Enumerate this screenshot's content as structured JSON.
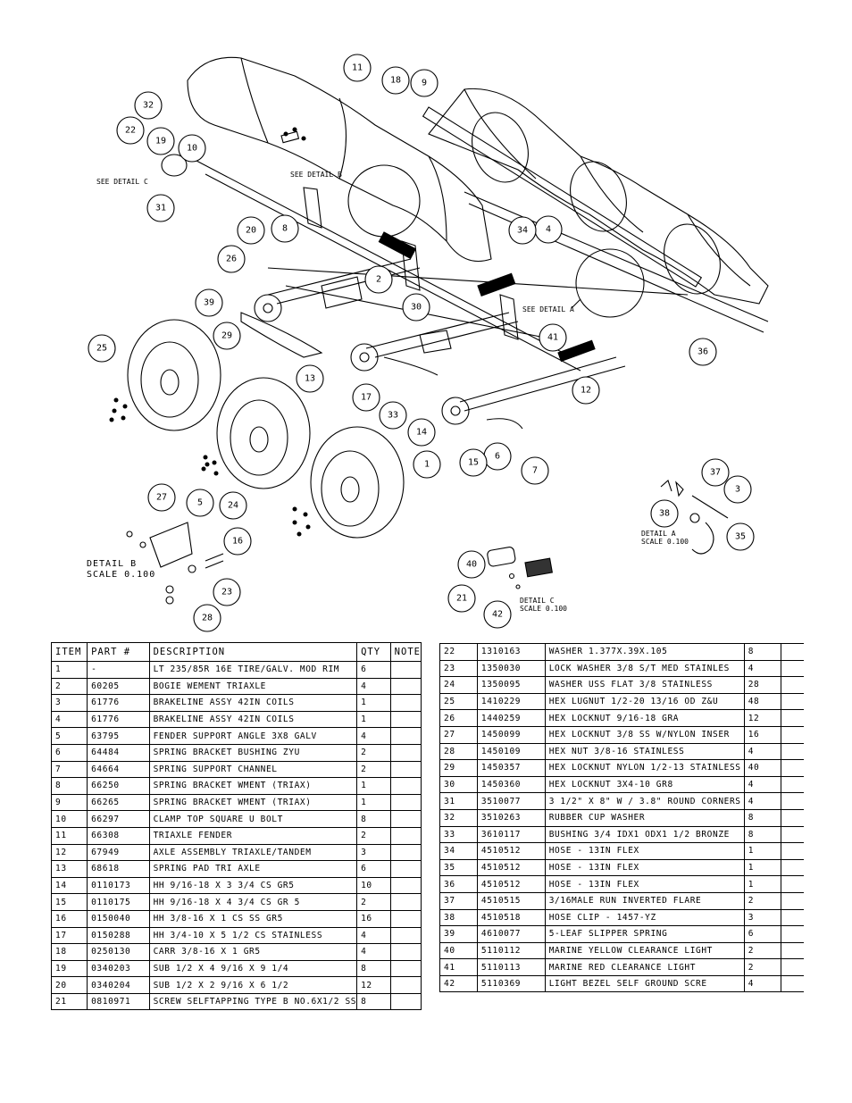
{
  "callouts": [
    "1",
    "2",
    "3",
    "4",
    "5",
    "6",
    "7",
    "8",
    "9",
    "10",
    "11",
    "12",
    "13",
    "14",
    "15",
    "16",
    "17",
    "18",
    "19",
    "20",
    "21",
    "22",
    "23",
    "24",
    "25",
    "26",
    "27",
    "28",
    "29",
    "30",
    "31",
    "32",
    "33",
    "34",
    "35",
    "36",
    "37",
    "38",
    "39",
    "40",
    "41",
    "42"
  ],
  "notes": {
    "see_detail_a": "SEE DETAIL A",
    "see_detail_b": "SEE DETAIL B",
    "see_detail_c": "SEE DETAIL C"
  },
  "details": {
    "a": {
      "title": "DETAIL A",
      "scale": "SCALE 0.100"
    },
    "b": {
      "title": "DETAIL B",
      "scale": "SCALE 0.100"
    },
    "c": {
      "title": "DETAIL C",
      "scale": "SCALE 0.100"
    }
  },
  "table": {
    "headers": {
      "item": "ITEM",
      "part": "PART #",
      "description": "DESCRIPTION",
      "qty": "QTY",
      "note": "NOTE"
    },
    "left_rows": [
      {
        "item": "1",
        "part": "-",
        "description": "LT 235/85R 16E TIRE/GALV. MOD RIM",
        "qty": "6"
      },
      {
        "item": "2",
        "part": "60205",
        "description": "BOGIE WEMENT  TRIAXLE",
        "qty": "4"
      },
      {
        "item": "3",
        "part": "61776",
        "description": "BRAKELINE ASSY  42IN COILS",
        "qty": "1"
      },
      {
        "item": "4",
        "part": "61776",
        "description": "BRAKELINE ASSY  42IN COILS",
        "qty": "1"
      },
      {
        "item": "5",
        "part": "63795",
        "description": "FENDER SUPPORT ANGLE 3X8 GALV",
        "qty": "4"
      },
      {
        "item": "6",
        "part": "64484",
        "description": "SPRING BRACKET BUSHING   ZYU",
        "qty": "2"
      },
      {
        "item": "7",
        "part": "64664",
        "description": "SPRING SUPPORT CHANNEL",
        "qty": "2"
      },
      {
        "item": "8",
        "part": "66250",
        "description": "SPRING BRACKET WMENT (TRIAX)",
        "qty": "1"
      },
      {
        "item": "9",
        "part": "66265",
        "description": "SPRING BRACKET WMENT (TRIAX)",
        "qty": "1"
      },
      {
        "item": "10",
        "part": "66297",
        "description": "CLAMP TOP SQUARE U BOLT",
        "qty": "8"
      },
      {
        "item": "11",
        "part": "66308",
        "description": "TRIAXLE FENDER",
        "qty": "2"
      },
      {
        "item": "12",
        "part": "67949",
        "description": "AXLE ASSEMBLY TRIAXLE/TANDEM",
        "qty": "3"
      },
      {
        "item": "13",
        "part": "68618",
        "description": "SPRING PAD  TRI AXLE",
        "qty": "6"
      },
      {
        "item": "14",
        "part": "0110173",
        "description": "HH 9/16-18 X 3 3/4 CS GR5",
        "qty": "10"
      },
      {
        "item": "15",
        "part": "0110175",
        "description": "HH 9/16-18 X 4 3/4 CS GR 5",
        "qty": "2"
      },
      {
        "item": "16",
        "part": "0150040",
        "description": "HH 3/8-16 X 1 CS SS GR5",
        "qty": "16"
      },
      {
        "item": "17",
        "part": "0150288",
        "description": "HH 3/4-10 X 5 1/2 CS STAINLESS",
        "qty": "4"
      },
      {
        "item": "18",
        "part": "0250130",
        "description": "CARR 3/8-16 X 1 GR5",
        "qty": "4"
      },
      {
        "item": "19",
        "part": "0340203",
        "description": "SUB 1/2 X 4 9/16 X 9 1/4",
        "qty": "8"
      },
      {
        "item": "20",
        "part": "0340204",
        "description": "SUB 1/2 X 2 9/16 X 6 1/2",
        "qty": "12"
      },
      {
        "item": "21",
        "part": "0810971",
        "description": "SCREW SELFTAPPING TYPE B NO.6X1/2 SS",
        "qty": "8"
      }
    ],
    "right_rows": [
      {
        "item": "22",
        "part": "1310163",
        "description": "WASHER 1.377X.39X.105",
        "qty": "8"
      },
      {
        "item": "23",
        "part": "1350030",
        "description": "LOCK WASHER 3/8 S/T MED STAINLES",
        "qty": "4"
      },
      {
        "item": "24",
        "part": "1350095",
        "description": "WASHER USS FLAT 3/8 STAINLESS",
        "qty": "28"
      },
      {
        "item": "25",
        "part": "1410229",
        "description": "HEX LUGNUT 1/2-20 13/16 OD Z&U",
        "qty": "48"
      },
      {
        "item": "26",
        "part": "1440259",
        "description": "HEX LOCKNUT 9/16-18 GRA",
        "qty": "12"
      },
      {
        "item": "27",
        "part": "1450099",
        "description": "HEX LOCKNUT 3/8 SS W/NYLON INSER",
        "qty": "16"
      },
      {
        "item": "28",
        "part": "1450109",
        "description": "HEX NUT 3/8-16 STAINLESS",
        "qty": "4"
      },
      {
        "item": "29",
        "part": "1450357",
        "description": "HEX LOCKNUT NYLON 1/2-13 STAINLESS",
        "qty": "40"
      },
      {
        "item": "30",
        "part": "1450360",
        "description": "HEX LOCKNUT 3X4-10 GR8",
        "qty": "4"
      },
      {
        "item": "31",
        "part": "3510077",
        "description": "3 1/2\" X 8\" W / 3.8\" ROUND CORNERS",
        "qty": "4"
      },
      {
        "item": "32",
        "part": "3510263",
        "description": "RUBBER CUP WASHER",
        "qty": "8"
      },
      {
        "item": "33",
        "part": "3610117",
        "description": "BUSHING  3/4 IDX1 ODX1 1/2 BRONZE",
        "qty": "8"
      },
      {
        "item": "34",
        "part": "4510512",
        "description": "HOSE - 13IN FLEX",
        "qty": "1"
      },
      {
        "item": "35",
        "part": "4510512",
        "description": "HOSE - 13IN FLEX",
        "qty": "1"
      },
      {
        "item": "36",
        "part": "4510512",
        "description": "HOSE - 13IN FLEX",
        "qty": "1"
      },
      {
        "item": "37",
        "part": "4510515",
        "description": "3/16MALE RUN INVERTED FLARE",
        "qty": "2"
      },
      {
        "item": "38",
        "part": "4510518",
        "description": "HOSE CLIP - 1457-YZ",
        "qty": "3"
      },
      {
        "item": "39",
        "part": "4610077",
        "description": "5-LEAF SLIPPER SPRING",
        "qty": "6"
      },
      {
        "item": "40",
        "part": "5110112",
        "description": "MARINE YELLOW CLEARANCE LIGHT",
        "qty": "2"
      },
      {
        "item": "41",
        "part": "5110113",
        "description": "MARINE RED CLEARANCE LIGHT",
        "qty": "2"
      },
      {
        "item": "42",
        "part": "5110369",
        "description": "LIGHT BEZEL  SELF GROUND  SCRE",
        "qty": "4"
      }
    ]
  }
}
